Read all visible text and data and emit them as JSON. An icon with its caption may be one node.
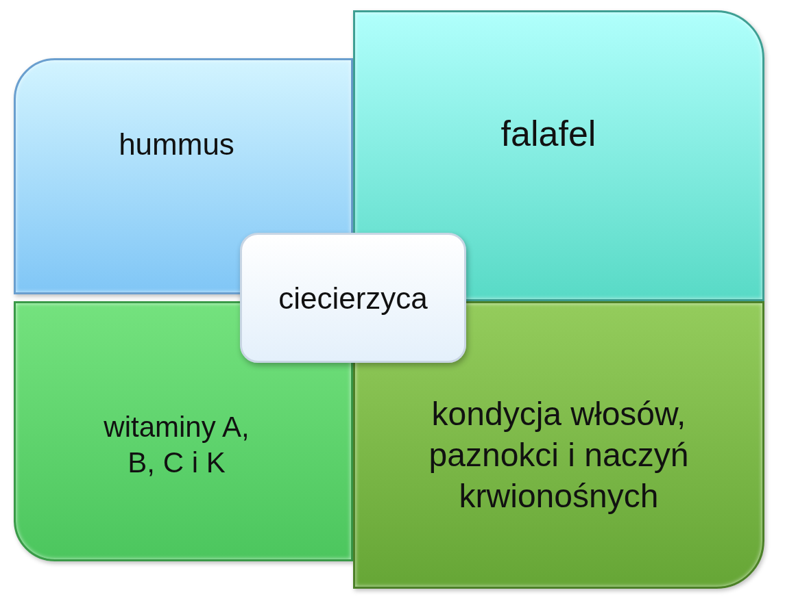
{
  "diagram": {
    "nodes": [
      {
        "text": [
          "hummus"
        ]
      },
      {
        "text": [
          "falafel"
        ]
      },
      {
        "text": [
          "ciecierzyca"
        ]
      },
      {
        "text": [
          "witaminy A, B, C i K"
        ]
      },
      {
        "text": [
          "kondycja włosów, paznokci i naczyń krwionośnych"
        ]
      }
    ]
  }
}
